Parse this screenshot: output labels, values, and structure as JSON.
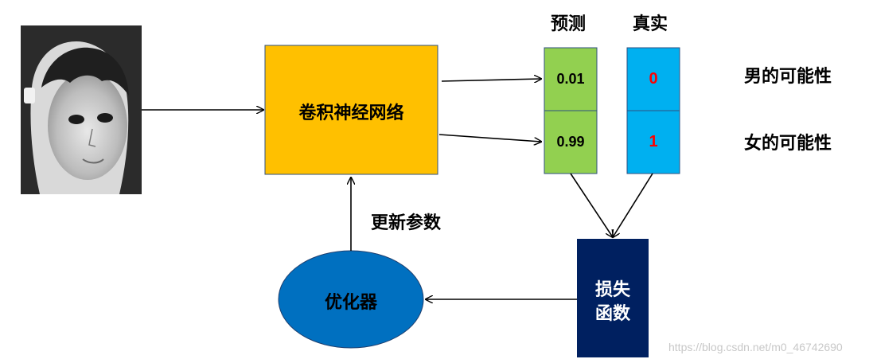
{
  "photo": {
    "icon": "girl-face-photo"
  },
  "cnn_label": "卷积神经网络",
  "headers": {
    "prediction": "预测",
    "truth": "真实"
  },
  "predictions": [
    "0.01",
    "0.99"
  ],
  "truths": [
    "0",
    "1"
  ],
  "row_labels": [
    "男的可能性",
    "女的可能性"
  ],
  "loss_label_line1": "损失",
  "loss_label_line2": "函数",
  "optimizer_label": "优化器",
  "update_label": "更新参数",
  "watermark": "https://blog.csdn.net/m0_46742690",
  "colors": {
    "cnn_box": "#FFC000",
    "prediction_box": "#92D050",
    "truth_box": "#00B0F0",
    "truth_text": "#FF0000",
    "loss_box": "#002060",
    "optimizer": "#0070C0"
  }
}
